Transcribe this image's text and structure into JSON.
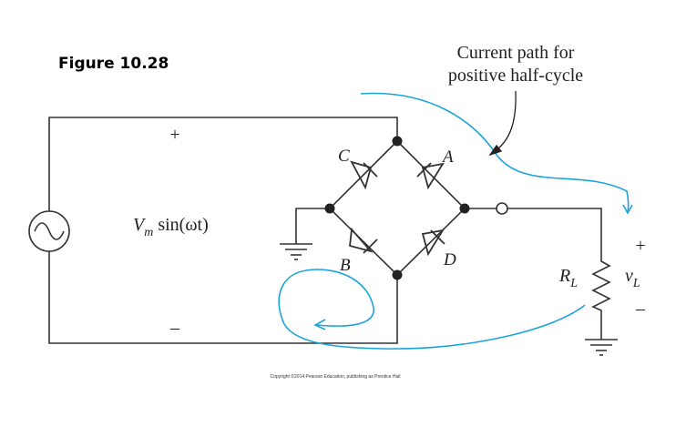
{
  "figure_label": "Figure 10.28",
  "annotation": {
    "line1": "Current path for",
    "line2": "positive half-cycle"
  },
  "source": {
    "vm": "V",
    "vm_sub": "m",
    "func": " sin(ωt)",
    "plus": "+",
    "minus": "–"
  },
  "diodes": {
    "a": "A",
    "b": "B",
    "c": "C",
    "d": "D"
  },
  "load": {
    "r": "R",
    "r_sub": "L",
    "v": "v",
    "v_sub": "L",
    "plus": "+",
    "minus": "–"
  },
  "copyright": "Copyright ©2014 Pearson Education, publishing as Prentice Hall",
  "colors": {
    "current_path": "#1ba3dd",
    "wire": "#333333"
  }
}
